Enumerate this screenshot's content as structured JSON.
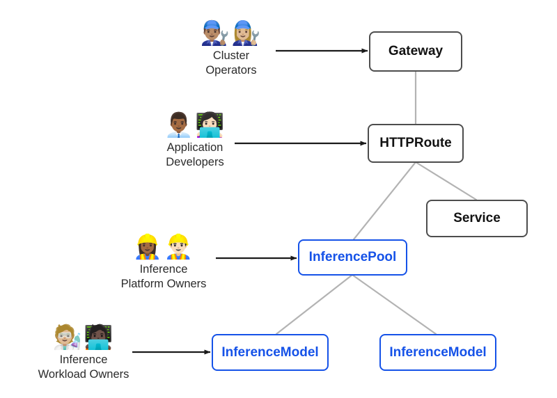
{
  "diagram": {
    "title": "Gateway API Inference Extension resource model",
    "background_color": "#ffffff",
    "accent_blue": "#1552e8",
    "box_gray": "#4d4d4d",
    "edge_gray": "#b3b3b3",
    "arrow_black": "#1a1a1a"
  },
  "personas": [
    {
      "id": "cluster-operators",
      "emojis": "👨🏽‍🔧👩🏼‍🔧",
      "emoji_names": "man-mechanic-icon woman-mechanic-icon",
      "label": "Cluster\nOperators",
      "targets": "Gateway"
    },
    {
      "id": "application-developers",
      "emojis": "👨🏾‍💼👩🏻‍💻",
      "emoji_names": "man-office-worker-icon woman-technologist-icon",
      "label": "Application\nDevelopers",
      "targets": "HTTPRoute"
    },
    {
      "id": "inference-platform-owners",
      "emojis": "👷🏾‍♀️👷🏻‍♂️",
      "emoji_names": "woman-construction-worker-icon man-construction-worker-icon",
      "label": "Inference\nPlatform Owners",
      "targets": "InferencePool"
    },
    {
      "id": "inference-workload-owners",
      "emojis": "🧑🏼‍🔬🧑🏿‍💻",
      "emoji_names": "scientist-icon technologist-icon",
      "label": "Inference\nWorkload Owners",
      "targets": "InferenceModel"
    }
  ],
  "nodes": [
    {
      "id": "gateway",
      "label": "Gateway",
      "style": "gray"
    },
    {
      "id": "httproute",
      "label": "HTTPRoute",
      "style": "gray"
    },
    {
      "id": "service",
      "label": "Service",
      "style": "gray"
    },
    {
      "id": "inferencepool",
      "label": "InferencePool",
      "style": "blue"
    },
    {
      "id": "inferencemodel-left",
      "label": "InferenceModel",
      "style": "blue"
    },
    {
      "id": "inferencemodel-right",
      "label": "InferenceModel",
      "style": "blue"
    }
  ],
  "edges": [
    {
      "from": "gateway",
      "to": "httproute",
      "kind": "link"
    },
    {
      "from": "httproute",
      "to": "service",
      "kind": "link"
    },
    {
      "from": "httproute",
      "to": "inferencepool",
      "kind": "link"
    },
    {
      "from": "inferencepool",
      "to": "inferencemodel-left",
      "kind": "link"
    },
    {
      "from": "inferencepool",
      "to": "inferencemodel-right",
      "kind": "link"
    },
    {
      "from": "cluster-operators",
      "to": "gateway",
      "kind": "arrow"
    },
    {
      "from": "application-developers",
      "to": "httproute",
      "kind": "arrow"
    },
    {
      "from": "inference-platform-owners",
      "to": "inferencepool",
      "kind": "arrow"
    },
    {
      "from": "inference-workload-owners",
      "to": "inferencemodel-left",
      "kind": "arrow"
    }
  ]
}
